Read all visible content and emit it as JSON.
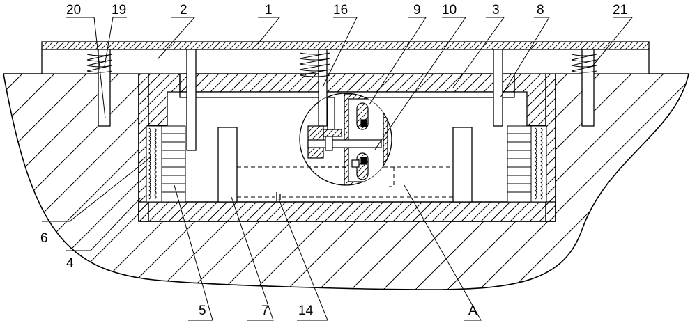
{
  "colors": {
    "ink": "#000000",
    "paper": "#ffffff"
  },
  "labels": {
    "l1": "1",
    "l2": "2",
    "l3": "3",
    "l4": "4",
    "l5": "5",
    "l6": "6",
    "l7": "7",
    "l8": "8",
    "l9": "9",
    "l10": "10",
    "l14": "14",
    "l16": "16",
    "l19": "19",
    "l20": "20",
    "l21": "21",
    "lA": "A"
  }
}
